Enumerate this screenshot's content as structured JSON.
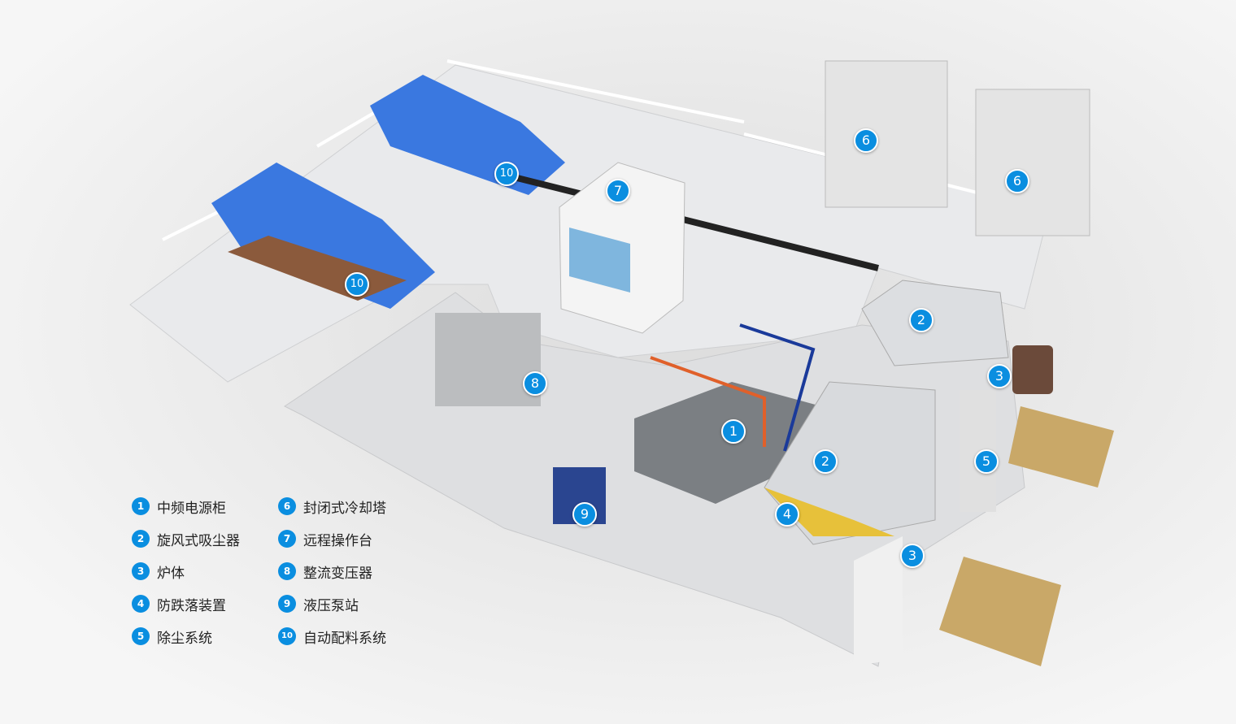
{
  "title": "中频感应熔炼炉系统示意图",
  "legend": [
    {
      "num": "1",
      "label": "中频电源柜"
    },
    {
      "num": "2",
      "label": "旋风式吸尘器"
    },
    {
      "num": "3",
      "label": "炉体"
    },
    {
      "num": "4",
      "label": "防跌落装置"
    },
    {
      "num": "5",
      "label": "除尘系统"
    },
    {
      "num": "6",
      "label": "封闭式冷却塔"
    },
    {
      "num": "7",
      "label": "远程操作台"
    },
    {
      "num": "8",
      "label": "整流变压器"
    },
    {
      "num": "9",
      "label": "液压泵站"
    },
    {
      "num": "10",
      "label": "自动配料系统"
    }
  ],
  "colors": {
    "accent": "#0a8ee0",
    "hopper": "#3a78e0",
    "floor": "#e6e7e9"
  }
}
